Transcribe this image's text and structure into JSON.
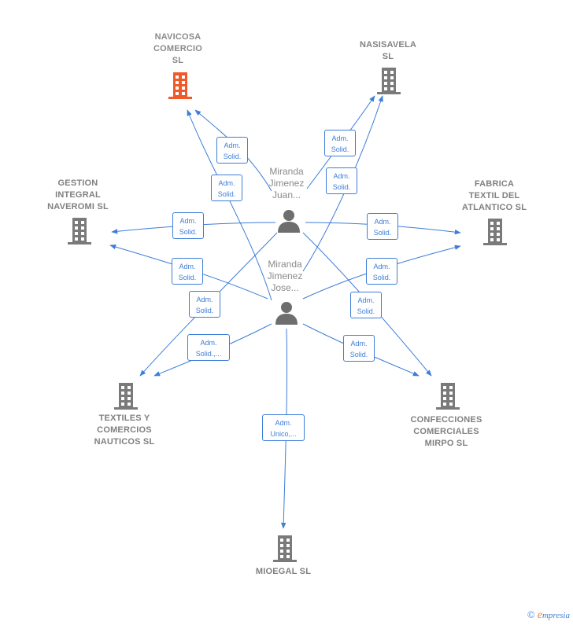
{
  "companies": [
    {
      "id": "navicosa",
      "label": "NAVICOSA\nCOMERCIO\nSL",
      "focus": true
    },
    {
      "id": "nasisavela",
      "label": "NASISAVELA\nSL",
      "focus": false
    },
    {
      "id": "gestion",
      "label": "GESTION\nINTEGRAL\nNAVEROMI  SL",
      "focus": false
    },
    {
      "id": "fabrica",
      "label": "FABRICA\nTEXTIL DEL\nATLANTICO  SL",
      "focus": false
    },
    {
      "id": "textiles",
      "label": "TEXTILES Y\nCOMERCIOS\nNAUTICOS  SL",
      "focus": false
    },
    {
      "id": "confecciones",
      "label": "CONFECCIONES\nCOMERCIALES\nMIRPO  SL",
      "focus": false
    },
    {
      "id": "mioegal",
      "label": "MIOEGAL  SL",
      "focus": false
    }
  ],
  "persons": [
    {
      "id": "juan",
      "label": "Miranda\nJimenez\nJuan..."
    },
    {
      "id": "jose",
      "label": "Miranda\nJimenez\nJose..."
    }
  ],
  "edge_labels": [
    {
      "id": "e1",
      "text": "Adm.\nSolid."
    },
    {
      "id": "e2",
      "text": "Adm.\nSolid."
    },
    {
      "id": "e3",
      "text": "Adm.\nSolid."
    },
    {
      "id": "e4",
      "text": "Adm.\nSolid."
    },
    {
      "id": "e5",
      "text": "Adm.\nSolid."
    },
    {
      "id": "e6",
      "text": "Adm.\nSolid."
    },
    {
      "id": "e7",
      "text": "Adm.\nSolid."
    },
    {
      "id": "e8",
      "text": "Adm.\nSolid."
    },
    {
      "id": "e9",
      "text": "Adm.\nSolid."
    },
    {
      "id": "e10",
      "text": "Adm.\nSolid."
    },
    {
      "id": "e11",
      "text": "Adm.\nSolid.,..."
    },
    {
      "id": "e12",
      "text": "Adm.\nSolid."
    },
    {
      "id": "e13",
      "text": "Adm.\nUnico,..."
    }
  ],
  "colors": {
    "edge": "#3d7ed8",
    "building": "#7a7a7a",
    "building_focus": "#f05a28",
    "person": "#6e6e6e"
  },
  "footer": {
    "copyright": "©",
    "brand_initial": "e",
    "brand_rest": "mpresia"
  }
}
